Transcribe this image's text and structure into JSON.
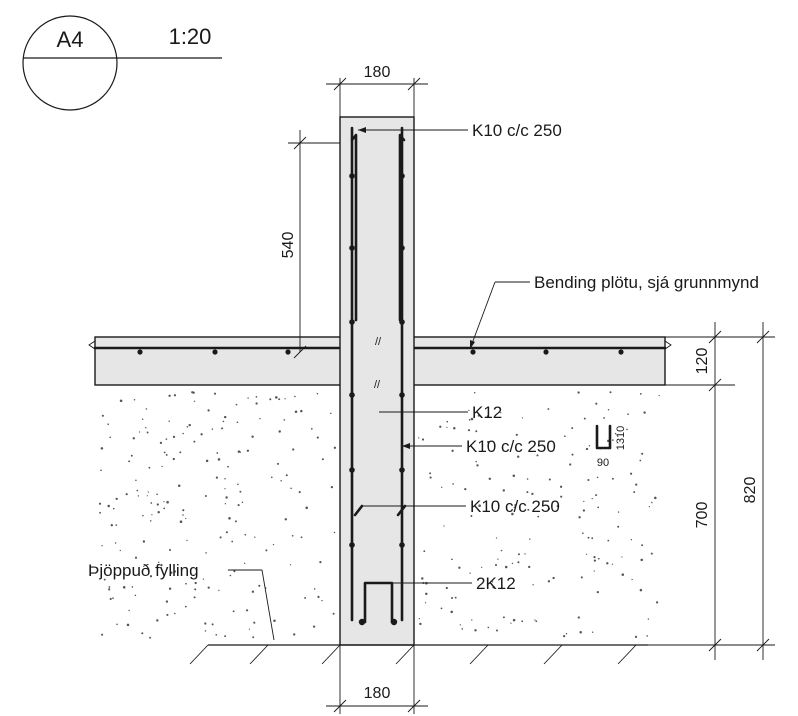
{
  "title_block": {
    "detail_id": "A4",
    "scale": "1:20"
  },
  "dimensions": {
    "wall_width_top": "180",
    "wall_width_bottom": "180",
    "lap_length": "540",
    "slab_thickness": "120",
    "footing_depth": "700",
    "total_depth": "820",
    "stirrup_height": "1310",
    "stirrup_width": "90"
  },
  "callouts": {
    "top_bars": "K10 c/c 250",
    "slab_bend": "Bending plötu, sjá grunnmynd",
    "vertical_bar": "K12",
    "stirrup_bar": "K10 c/c 250",
    "lower_bar": "K10 c/c 250",
    "bottom_bars": "2K12",
    "fill": "Þjöppuð fylling"
  }
}
